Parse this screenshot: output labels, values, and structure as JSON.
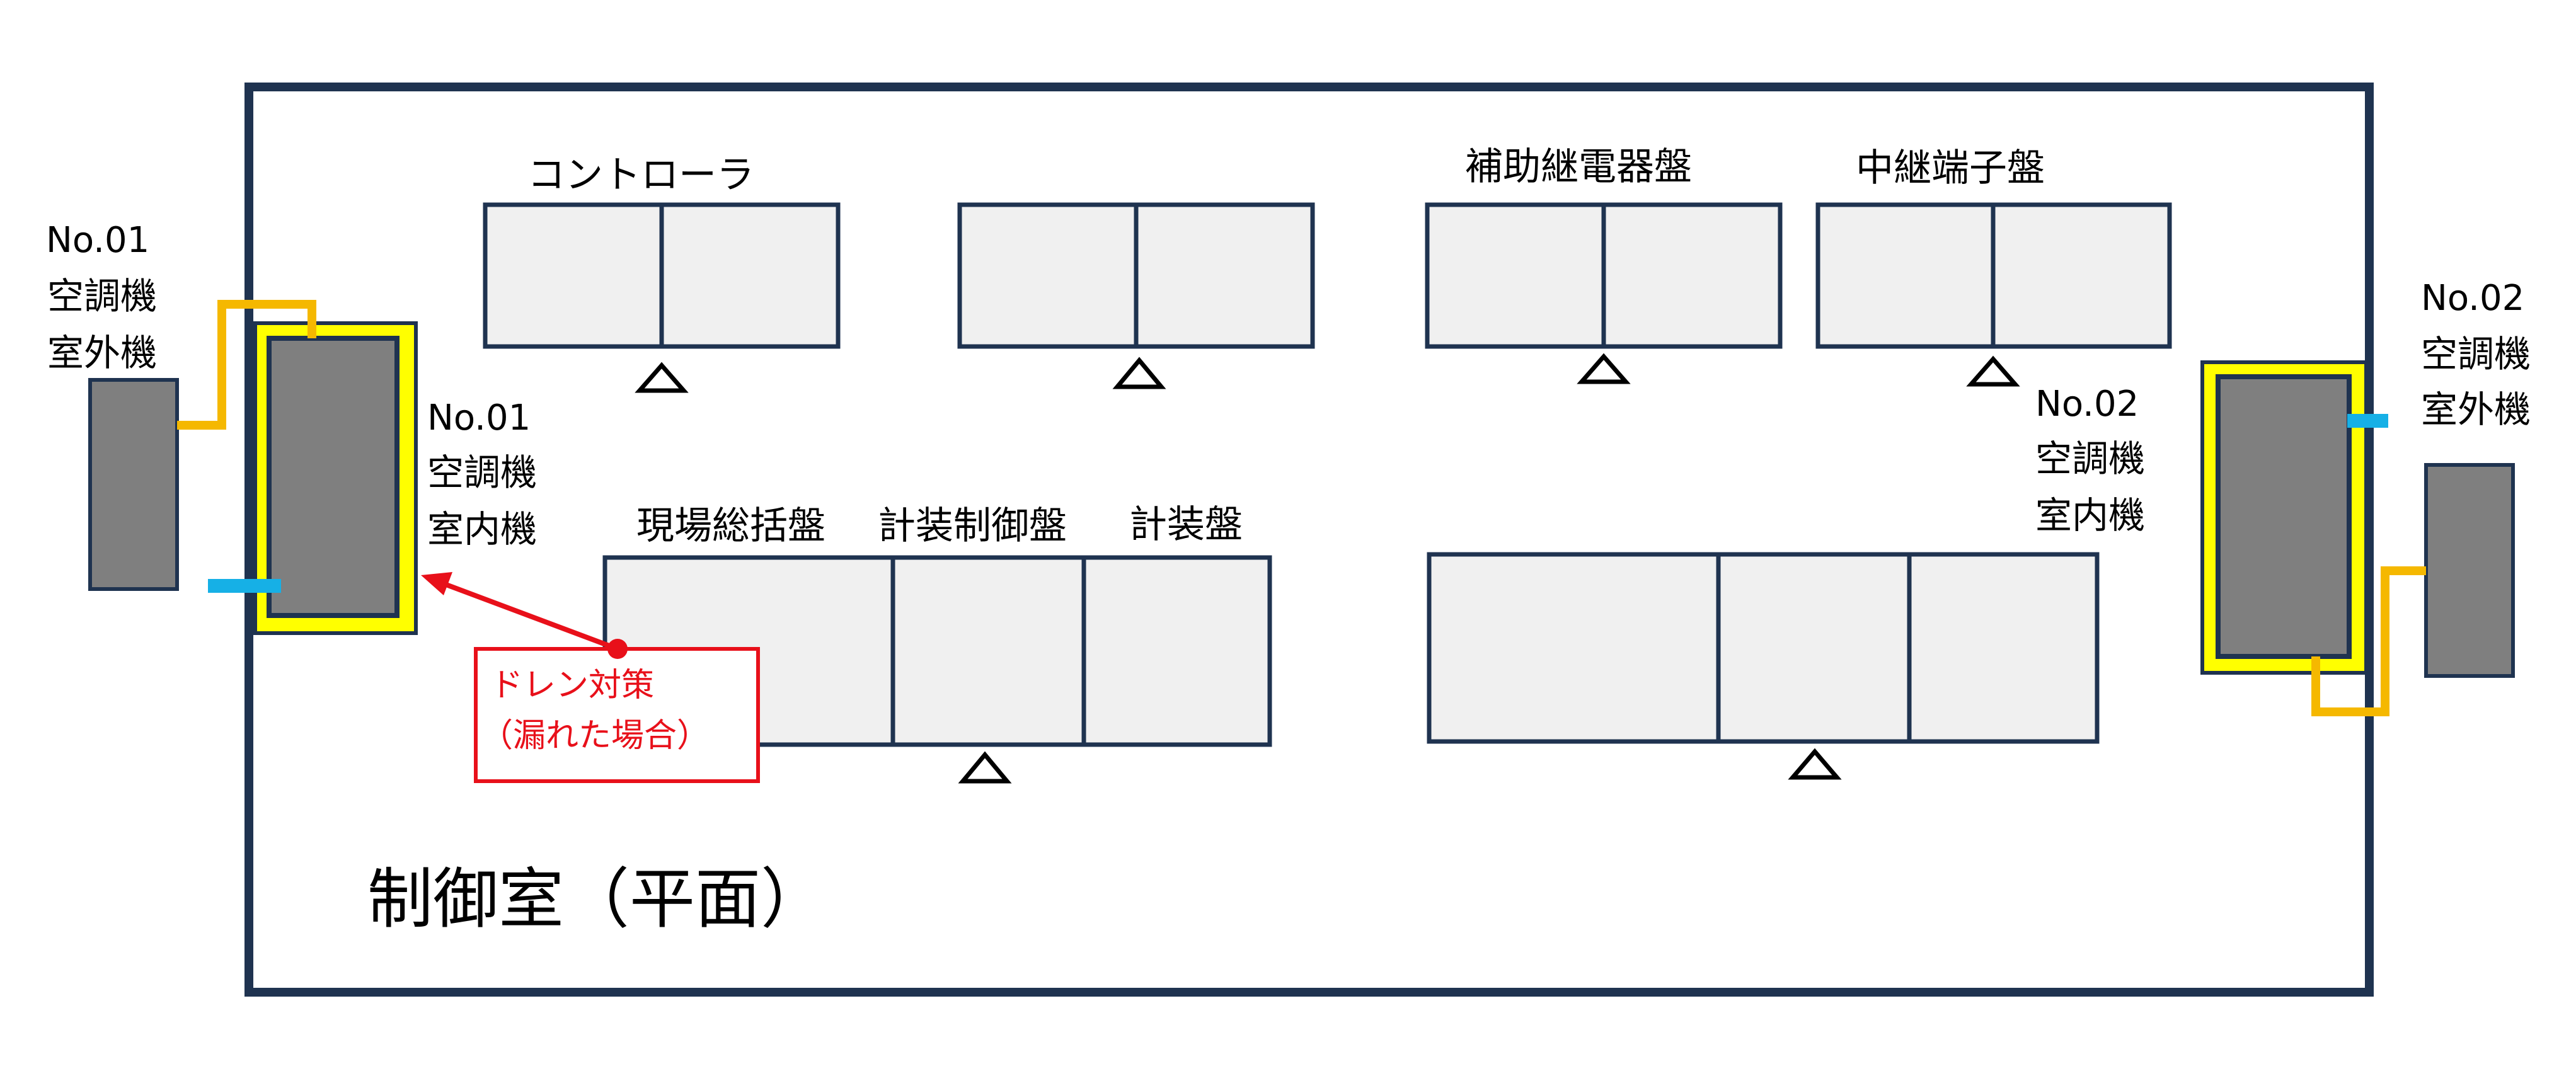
{
  "colors": {
    "outline": "#1f3350",
    "panel_fill": "#f0f0f0",
    "unit_fill": "#7f7f7f",
    "drain_pan": "#ffff00",
    "pipe_orange": "#f5b800",
    "pipe_blue": "#16b0e6",
    "callout_red": "#e8101a",
    "text": "#000000"
  },
  "room": {
    "title": "制御室（平面）"
  },
  "panels": {
    "controller_label": "コントローラ",
    "aux_relay_label": "補助継電器盤",
    "relay_terminal_label": "中継端子盤",
    "site_general_label": "現場総括盤",
    "instrument_control_label": "計装制御盤",
    "instrument_label": "計装盤"
  },
  "ac_units": {
    "no01_outdoor": {
      "line1": "No.01",
      "line2": "空調機",
      "line3": "室外機"
    },
    "no01_indoor": {
      "line1": "No.01",
      "line2": "空調機",
      "line3": "室内機"
    },
    "no02_outdoor": {
      "line1": "No.02",
      "line2": "空調機",
      "line3": "室外機"
    },
    "no02_indoor": {
      "line1": "No.02",
      "line2": "空調機",
      "line3": "室内機"
    }
  },
  "callout": {
    "line1": "ドレン対策",
    "line2": "（漏れた場合）"
  },
  "markers": {
    "triangle_icon": "triangle-outline"
  }
}
